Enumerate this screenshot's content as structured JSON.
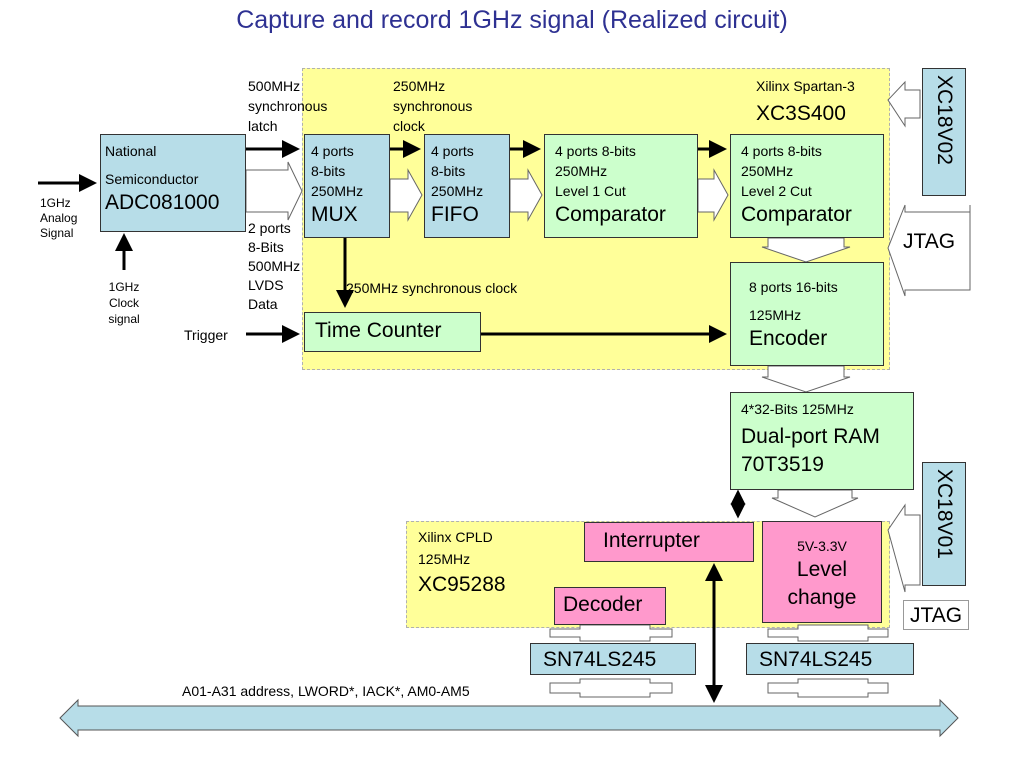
{
  "title": "Capture and record 1GHz signal (Realized circuit)",
  "analog_input": [
    "1GHz",
    "Analog",
    "Signal"
  ],
  "clock_input": [
    "1GHz",
    "Clock",
    "signal"
  ],
  "trigger": "Trigger",
  "adc": {
    "line1": "National",
    "line2": "Semiconductor",
    "name": "ADC081000"
  },
  "latch_label": [
    "500MHz",
    "synchronous",
    "latch"
  ],
  "lvds_label": [
    "2 ports",
    "8-Bits",
    "500MHz",
    "LVDS",
    "Data"
  ],
  "clock_label": [
    "250MHz",
    "synchronous",
    "clock"
  ],
  "sync_clock_label": "250MHz synchronous clock",
  "fpga": {
    "vendor": "Xilinx Spartan-3",
    "part": "XC3S400"
  },
  "mux": {
    "lines": [
      "4 ports",
      "8-bits",
      "250MHz"
    ],
    "name": "MUX"
  },
  "fifo": {
    "lines": [
      "4 ports",
      "8-bits",
      "250MHz"
    ],
    "name": "FIFO"
  },
  "comp1": {
    "lines": [
      "4 ports 8-bits",
      "250MHz",
      "Level 1 Cut"
    ],
    "name": "Comparator"
  },
  "comp2": {
    "lines": [
      "4 ports 8-bits",
      "250MHz",
      "Level 2 Cut"
    ],
    "name": "Comparator"
  },
  "encoder": {
    "lines": [
      "8 ports 16-bits",
      "125MHz"
    ],
    "name": "Encoder"
  },
  "time_counter": "Time Counter",
  "prom_top": "XC18V02",
  "prom_bottom": "XC18V01",
  "jtag": "JTAG",
  "ram": {
    "line1": "4*32-Bits 125MHz",
    "name1": "Dual-port RAM",
    "name2": "70T3519"
  },
  "cpld": {
    "vendor": "Xilinx  CPLD",
    "freq": "125MHz",
    "part": "XC95288"
  },
  "interrupter": "Interrupter",
  "level_change": {
    "line1": "5V-3.3V",
    "line2": "Level",
    "line3": "change"
  },
  "decoder": "Decoder",
  "buffer": "SN74LS245",
  "bus_label": "A01-A31 address, LWORD*, IACK*, AM0-AM5"
}
